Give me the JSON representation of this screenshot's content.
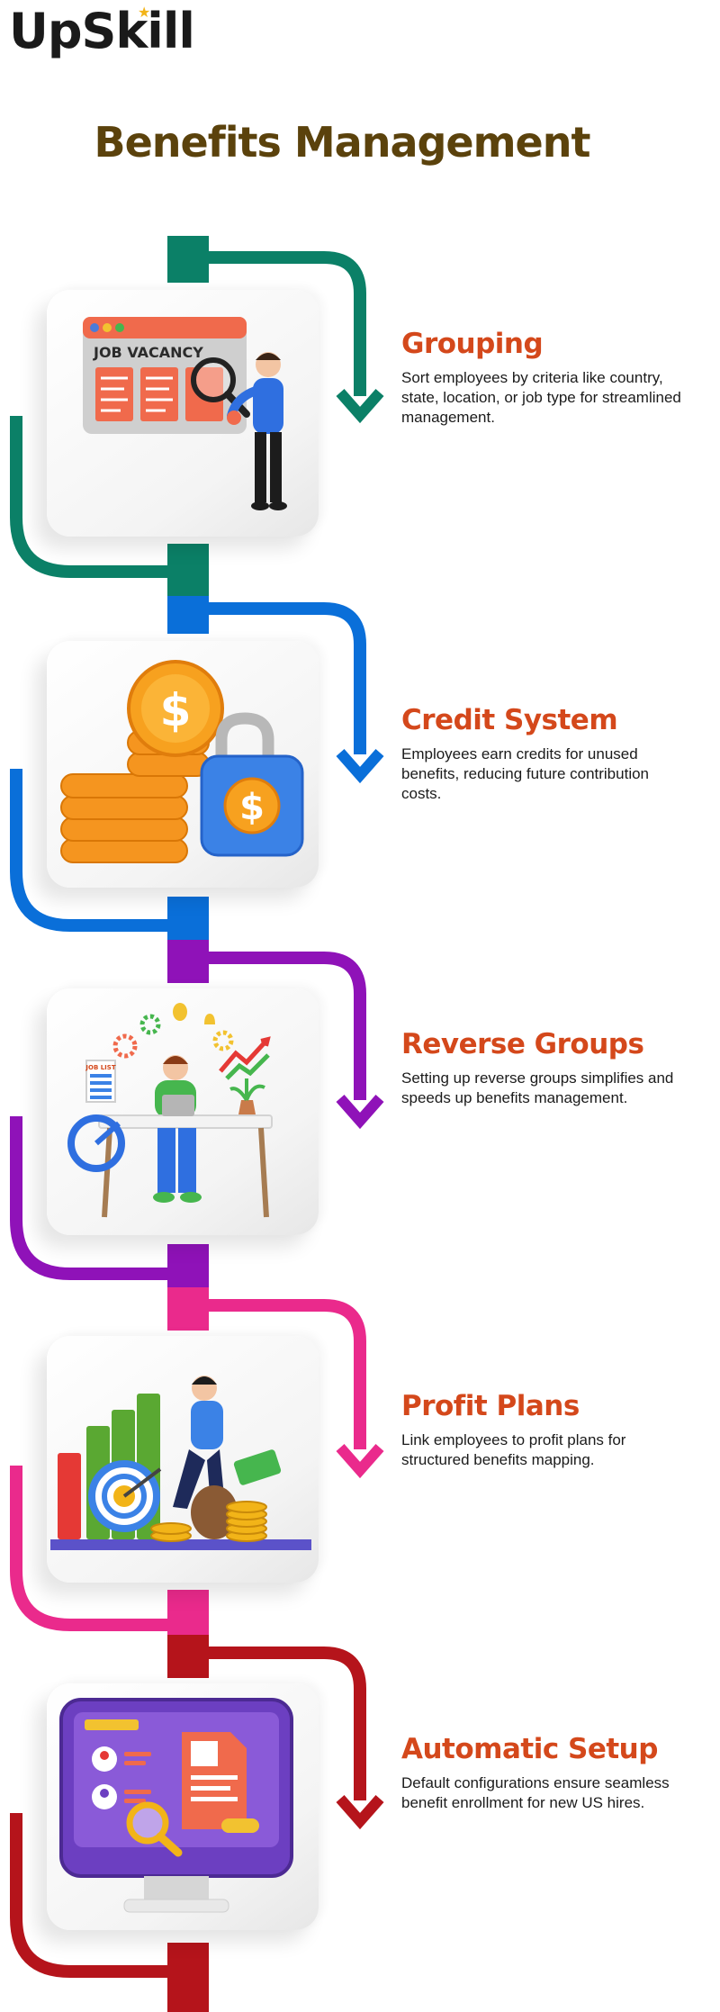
{
  "brand": {
    "name": "UpSkill"
  },
  "page": {
    "title": "Benefits Management"
  },
  "colors": {
    "heading": "#5b420c",
    "step_title": "#d4481b",
    "step_1": "#0b8067",
    "step_2": "#0a6fd9",
    "step_3": "#8f12b8",
    "step_4": "#ea2a8c",
    "step_5": "#b5141b"
  },
  "steps": [
    {
      "title": "Grouping",
      "description": "Sort employees by criteria like country, state, location, or job type for streamlined management.",
      "illustration": "job-vacancy-illustration",
      "image_text": "JOB VACANCY"
    },
    {
      "title": "Credit System",
      "description": "Employees earn credits for unused benefits, reducing future contribution costs.",
      "illustration": "coins-lock-illustration"
    },
    {
      "title": "Reverse Groups",
      "description": "Setting up reverse groups simplifies and speeds up benefits management.",
      "illustration": "desk-worker-illustration",
      "image_text": "JOB LIST"
    },
    {
      "title": "Profit Plans",
      "description": "Link employees to profit plans for structured benefits mapping.",
      "illustration": "growth-chart-illustration"
    },
    {
      "title": "Automatic Setup",
      "description": "Default configurations ensure seamless benefit enrollment for new US hires.",
      "illustration": "monitor-profile-illustration"
    }
  ]
}
